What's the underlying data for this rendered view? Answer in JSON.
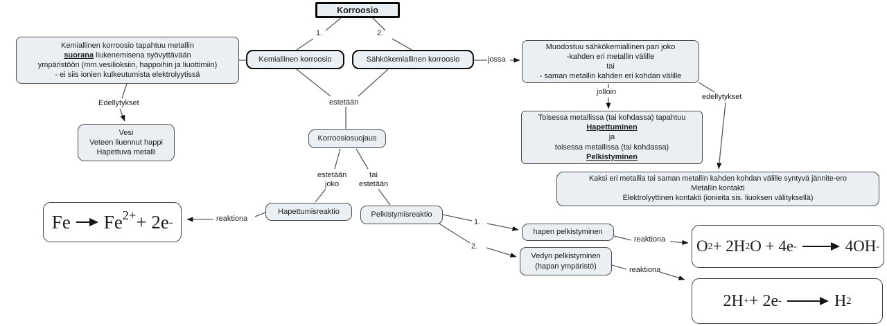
{
  "diagram": {
    "root": {
      "label": "Korroosio"
    },
    "nodes": {
      "kemiallinen": {
        "label": "Kemiallinen korroosio"
      },
      "sahkokemiallinen": {
        "label": "Sähkökemiallinen korroosio"
      },
      "korroosiosuojaus": {
        "label": "Korroosiosuojaus"
      },
      "hapettumisreaktio": {
        "label": "Hapettumisreaktio"
      },
      "pelkistymisreaktio": {
        "label": "Pelkistymisreaktio"
      },
      "hapen_pelkistyminen": {
        "label": "hapen pelkistyminen"
      },
      "vedyn_pelkistyminen": {
        "line1": "Vedyn pelkistyminen",
        "line2": "(hapan ympäristö)"
      }
    },
    "info_boxes": {
      "kemiallinen_info": {
        "line1": "Kemiallinen korroosio tapahtuu metallin",
        "line2_bold": "suorana",
        "line2_rest": " liukenemisena syövyttävään",
        "line3": "ympäristöön (mm.vesilioksiin, happoihin ja liuottimiin)",
        "line4": "- ei siis ionien kulkeutumista elektrolyytissä"
      },
      "edellytykset_box": {
        "line1": "Vesi",
        "line2": "Veteen liuennut happi",
        "line3": "Hapettuva metalli"
      },
      "sahkokemiallinen_info": {
        "line1": "Muodostuu sähkökemiallinen pari joko",
        "line2": "-kahden eri metallin välille",
        "line3": "tai",
        "line4": "- saman metallin kahden eri kohdan välille"
      },
      "hapettuminen_pelkistyminen_box": {
        "line1": "Toisessa metallissa (tai kohdassa) tapahtuu",
        "bold1": "Hapettuminen",
        "line2": "ja",
        "line3": "toisessa metallissa (tai kohdassa)",
        "bold2": "Pelkistyminen"
      },
      "edellytykset_right_box": {
        "line1": "Kaksi eri metallia tai saman metallin kahden kohdan välille syntyvä jännite-ero",
        "line2": "Metallin kontakti",
        "line3": "Elektrolyyttinen kontakti (ionieita sis. liuoksen välityksellä)"
      }
    },
    "edge_labels": {
      "num1": "1.",
      "num2": "2.",
      "edellytykset_left": "Edellytykset",
      "jossa": "jossa",
      "jolloin": "jolloin",
      "edellytykset_right": "edellytykset",
      "estetaan": "estetään",
      "estetaan_joko_l1": "estetään",
      "estetaan_joko_l2": "joko",
      "tai_estetaan_l1": "tai",
      "tai_estetaan_l2": "estetään",
      "reaktiona_fe": "reaktiona",
      "num1_right": "1.",
      "num2_right": "2.",
      "reaktiona_o2": "reaktiona",
      "reaktiona_h2": "reaktiona"
    },
    "equations": {
      "fe": {
        "t1": "Fe",
        "arrow": "→",
        "t2": "Fe",
        "sup1": "2+",
        "t3": "+ 2e",
        "sup2": "-"
      },
      "o2": {
        "t1": "O",
        "sub1": "2",
        "t2": "+ 2H",
        "sub2": "2",
        "t3": "O  + 4e",
        "sup1": "-",
        "arrow": "→",
        "t4": "4OH",
        "sup2": "-"
      },
      "h2": {
        "t1": "2H",
        "sup1": "+",
        "t2": "+ 2e",
        "sup2": "-",
        "arrow": "→",
        "t3": "H",
        "sub1": "2"
      }
    },
    "colors": {
      "node_fill": "#e9eff2",
      "node_border": "#4d4d4d",
      "thick_border": "#0a0a0a",
      "line": "#5a5a5a",
      "arrowhead": "#111111",
      "background": "#ffffff"
    }
  }
}
